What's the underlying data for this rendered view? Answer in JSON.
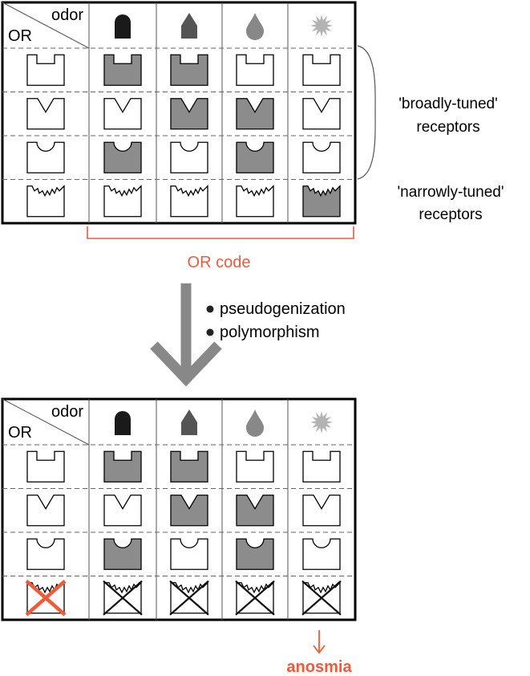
{
  "colors": {
    "accent": "#f05a3a",
    "filled": "#8c8c8c",
    "stroke": "#000000",
    "dash": "#666666",
    "arrow": "#888888"
  },
  "tables": {
    "header": {
      "odor_label": "odor",
      "or_label": "OR"
    },
    "odors": [
      {
        "icon": "rounded-block-icon",
        "color": "#1a1a1a"
      },
      {
        "icon": "pentagon-icon",
        "color": "#555555"
      },
      {
        "icon": "droplet-icon",
        "color": "#888888"
      },
      {
        "icon": "starburst-icon",
        "color": "#b3b3b3"
      }
    ],
    "receptor_shapes": [
      "square-notch-icon",
      "v-notch-icon",
      "round-notch-icon",
      "jagged-notch-icon"
    ],
    "top": {
      "activation": [
        [
          1,
          1,
          0,
          0
        ],
        [
          0,
          1,
          1,
          0
        ],
        [
          1,
          0,
          1,
          0
        ],
        [
          0,
          0,
          0,
          1
        ]
      ]
    },
    "bottom": {
      "activation": [
        [
          1,
          1,
          0,
          0
        ],
        [
          0,
          1,
          1,
          0
        ],
        [
          1,
          0,
          1,
          0
        ],
        [
          0,
          0,
          0,
          0
        ]
      ],
      "knocked_out_row": 3
    }
  },
  "labels": {
    "broadly_line1": "'broadly-tuned'",
    "broadly_line2": "receptors",
    "narrowly_line1": "'narrowly-tuned'",
    "narrowly_line2": "receptors",
    "or_code": "OR code",
    "bullet1": "pseudogenization",
    "bullet2": "polymorphism",
    "anosmia": "anosmia"
  }
}
